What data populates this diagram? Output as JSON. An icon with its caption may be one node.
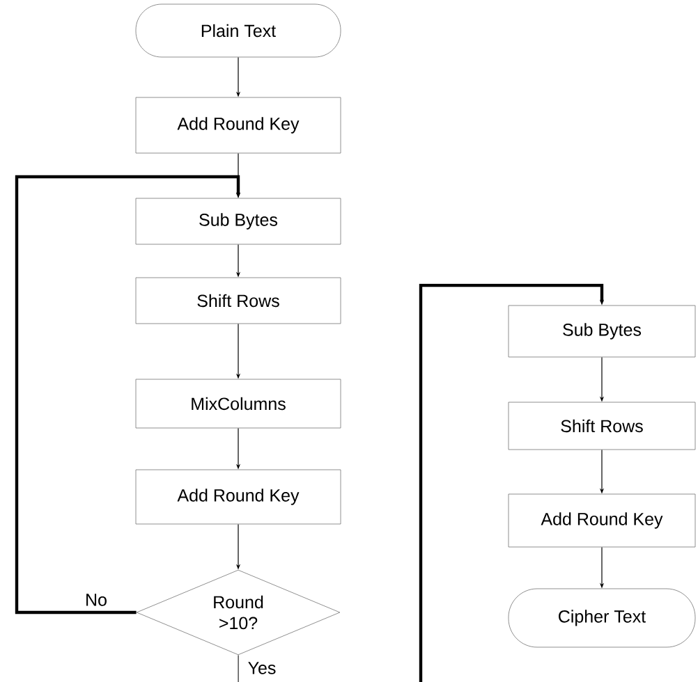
{
  "diagram": {
    "nodes": [
      {
        "text": [
          "Plain Text"
        ]
      },
      {
        "text": [
          "Add Round Key"
        ]
      },
      {
        "text": [
          "Sub Bytes"
        ]
      },
      {
        "text": [
          "Shift Rows"
        ]
      },
      {
        "text": [
          "MixColumns"
        ]
      },
      {
        "text": [
          "Add Round Key"
        ]
      },
      {
        "text": [
          "Round >10?"
        ]
      },
      {
        "text": [
          "Sub Bytes"
        ]
      },
      {
        "text": [
          "Shift Rows"
        ]
      },
      {
        "text": [
          "Add Round Key"
        ]
      },
      {
        "text": [
          "Cipher Text"
        ]
      }
    ],
    "edges": [
      {
        "from": 0,
        "to": 1,
        "arrow": "to"
      },
      {
        "from": 1,
        "to": 2,
        "arrow": "to"
      },
      {
        "from": 2,
        "to": 3,
        "arrow": "to"
      },
      {
        "from": 3,
        "to": 4,
        "arrow": "to"
      },
      {
        "from": 4,
        "to": 5,
        "arrow": "to"
      },
      {
        "from": 5,
        "to": 6,
        "arrow": "to"
      },
      {
        "from": 6,
        "to": 2,
        "arrow": "to",
        "label": "No",
        "style": "thick"
      },
      {
        "from": 6,
        "to": null,
        "arrow": "none",
        "label": "Yes"
      },
      {
        "from": null,
        "to": 7,
        "arrow": "to",
        "style": "thick"
      },
      {
        "from": 7,
        "to": 8,
        "arrow": "to"
      },
      {
        "from": 8,
        "to": 9,
        "arrow": "to"
      },
      {
        "from": 9,
        "to": 10,
        "arrow": "to"
      }
    ]
  }
}
